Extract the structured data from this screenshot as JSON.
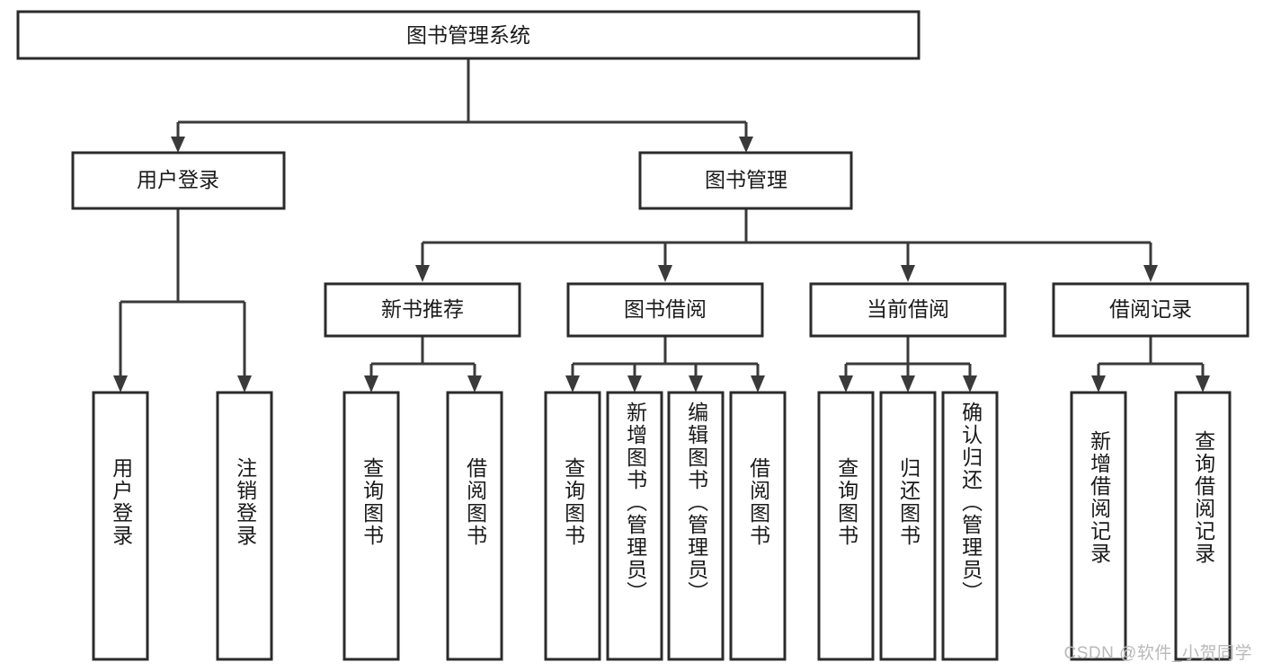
{
  "diagram": {
    "type": "tree",
    "title": "图书管理系统",
    "watermark": "CSDN @软件_小贺同学",
    "colors": {
      "box_stroke": "#2b2b2b",
      "connector": "#3a3a3a",
      "box_fill": "#ffffff",
      "text": "#1a1a1a",
      "watermark": "#b9b9b9"
    },
    "levels": {
      "root": {
        "label": "图书管理系统"
      },
      "level2": [
        {
          "label": "用户登录"
        },
        {
          "label": "图书管理"
        }
      ],
      "level3": [
        {
          "label": "新书推荐"
        },
        {
          "label": "图书借阅"
        },
        {
          "label": "当前借阅"
        },
        {
          "label": "借阅记录"
        }
      ],
      "leaves": {
        "user_login": [
          {
            "label": "用户登录"
          },
          {
            "label": "注销登录"
          }
        ],
        "new_book": [
          {
            "label": "查询图书"
          },
          {
            "label": "借阅图书"
          }
        ],
        "book_borrow": [
          {
            "label": "查询图书"
          },
          {
            "label": "新增图书（管理员）"
          },
          {
            "label": "编辑图书（管理员）"
          },
          {
            "label": "借阅图书"
          }
        ],
        "current_borrow": [
          {
            "label": "查询图书"
          },
          {
            "label": "归还图书"
          },
          {
            "label": "确认归还（管理员）"
          }
        ],
        "borrow_record": [
          {
            "label": "新增借阅记录"
          },
          {
            "label": "查询借阅记录"
          }
        ]
      }
    }
  }
}
